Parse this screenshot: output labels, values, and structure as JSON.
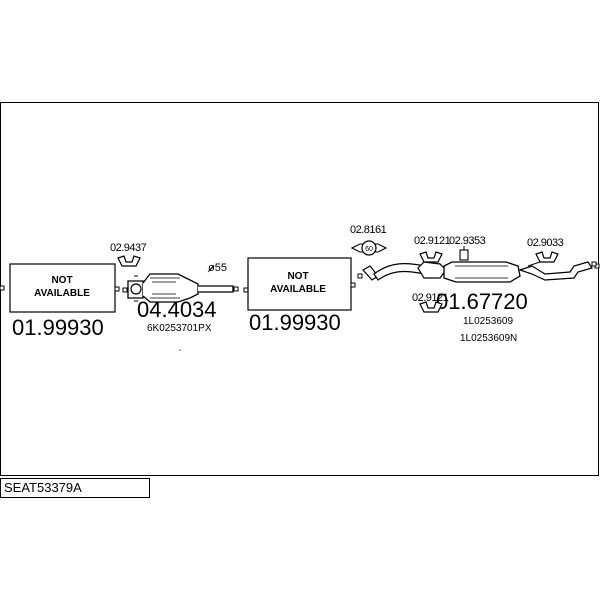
{
  "title": "SEAT53379A",
  "parts": {
    "left_not_available": {
      "line1": "NOT",
      "line2": "AVAILABLE",
      "code": "01.99930"
    },
    "mid_not_available": {
      "line1": "NOT",
      "line2": "AVAILABLE",
      "code": "01.99930"
    },
    "catalyst": {
      "code": "04.4034",
      "ref": "6K0253701PX",
      "diameter": "ø55"
    },
    "rear_silencer": {
      "code": "01.67720",
      "ref1": "1L0253609",
      "ref2": "1L0253609N"
    }
  },
  "small_parts": {
    "p_02_9437": "02.9437",
    "p_02_8161": "02.8161",
    "p_02_8161_marking": "60",
    "p_02_9121_a": "02.9121",
    "p_02_9353": "02.9353",
    "p_02_9033": "02.9033",
    "p_02_9121_b": "02.9121"
  }
}
